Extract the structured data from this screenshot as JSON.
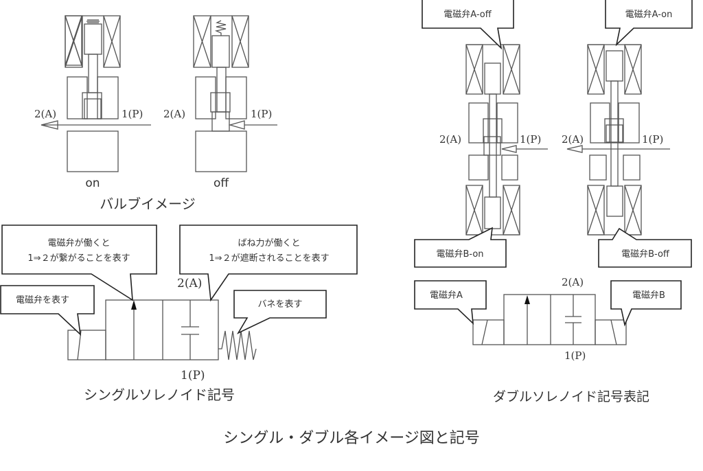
{
  "image_view": {
    "section_title": "バルブイメージ",
    "state_on": "on",
    "state_off": "off",
    "port_a": "2(A)",
    "port_p": "1(P)"
  },
  "single_symbol": {
    "title": "シングルソレノイド記号",
    "port_a": "2(A)",
    "port_p": "1(P)",
    "callout_energized_line1": "電磁弁が働くと",
    "callout_energized_line2": "1⇒２が繋がることを表す",
    "callout_spring_force_line1": "ばね力が働くと",
    "callout_spring_force_line2": "1⇒２が遮断されることを表す",
    "callout_solenoid": "電磁弁を表す",
    "callout_spring": "バネを表す"
  },
  "double_image": {
    "left_top": "電磁弁A-off",
    "left_bottom": "電磁弁B-on",
    "right_top": "電磁弁A-on",
    "right_bottom": "電磁弁B-off",
    "port_a": "2(A)",
    "port_p": "1(P)"
  },
  "double_symbol": {
    "title": "ダブルソレノイド記号表記",
    "port_a": "2(A)",
    "port_p": "1(P)",
    "callout_a": "電磁弁A",
    "callout_b": "電磁弁B"
  },
  "caption": "シングル・ダブル各イメージ図と記号"
}
